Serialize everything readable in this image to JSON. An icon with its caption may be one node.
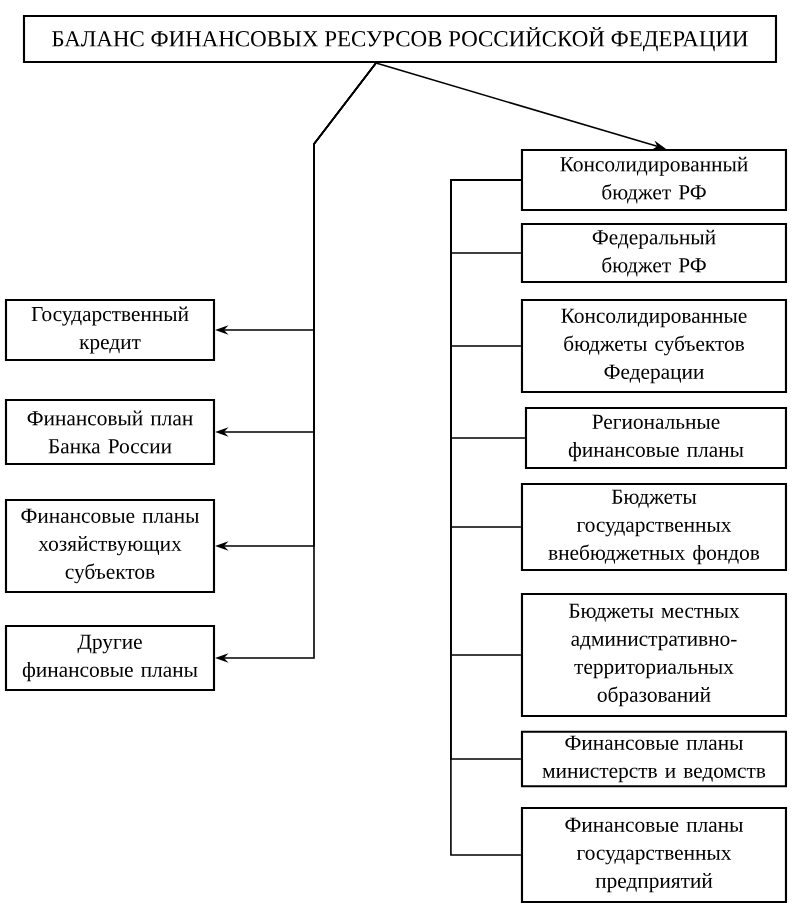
{
  "diagram": {
    "nodes": [
      {
        "text": [
          "БАЛАНС ФИНАНСОВЫХ РЕСУРСОВ РОССИЙСКОЙ ФЕДЕРАЦИИ"
        ]
      },
      {
        "text": [
          "Государственный кредит"
        ]
      },
      {
        "text": [
          "Финансовый план Банка России"
        ]
      },
      {
        "text": [
          "Финансовые планы хозяйствующих субъектов"
        ]
      },
      {
        "text": [
          "Другие финансовые планы"
        ]
      },
      {
        "text": [
          "Консолидированный бюджет РФ"
        ]
      },
      {
        "text": [
          "Федеральный бюджет РФ"
        ]
      },
      {
        "text": [
          "Консолидированные бюджеты субъектов Федерации"
        ]
      },
      {
        "text": [
          "Региональные финансовые планы"
        ]
      },
      {
        "text": [
          "Бюджеты государственных внебюджетных фондов"
        ]
      },
      {
        "text": [
          "Бюджеты местных административно-территориальных образований"
        ]
      },
      {
        "text": [
          "Финансовые планы министерств и ведомств"
        ]
      },
      {
        "text": [
          "Финансовые планы государственных предприятий"
        ]
      }
    ],
    "edges": [
      {
        "from": 0,
        "to": 1,
        "arrow": "to"
      },
      {
        "from": 0,
        "to": 2,
        "arrow": "to"
      },
      {
        "from": 0,
        "to": 3,
        "arrow": "to"
      },
      {
        "from": 0,
        "to": 4,
        "arrow": "to"
      },
      {
        "from": 0,
        "to": 5,
        "arrow": "to"
      },
      {
        "from": 5,
        "to": 6,
        "arrow": "none"
      },
      {
        "from": 5,
        "to": 7,
        "arrow": "none"
      },
      {
        "from": 5,
        "to": 8,
        "arrow": "none"
      },
      {
        "from": 5,
        "to": 9,
        "arrow": "none"
      },
      {
        "from": 5,
        "to": 10,
        "arrow": "none"
      },
      {
        "from": 5,
        "to": 11,
        "arrow": "none"
      },
      {
        "from": 5,
        "to": 12,
        "arrow": "none"
      }
    ]
  }
}
